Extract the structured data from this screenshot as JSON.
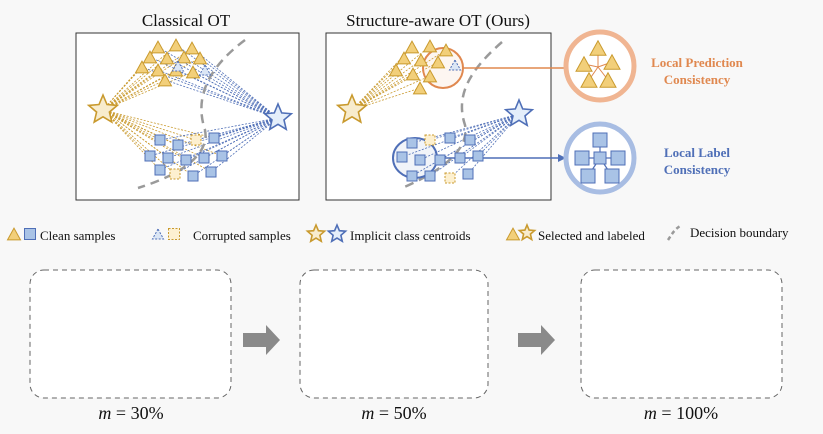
{
  "titles": {
    "classical": "Classical OT",
    "structure_aware": "Structure-aware OT (Ours)"
  },
  "callouts": {
    "local_prediction": [
      "Local Prediction",
      "Consistency"
    ],
    "local_label": [
      "Local Label",
      "Consistency"
    ]
  },
  "legend": {
    "clean": "Clean samples",
    "corrupted": "Corrupted samples",
    "centroids": "Implicit class centroids",
    "selected": "Selected and labeled",
    "boundary": "Decision boundary"
  },
  "stages": [
    {
      "m_label": "m",
      "value": "= 30%"
    },
    {
      "m_label": "m",
      "value": "= 50%"
    },
    {
      "m_label": "m",
      "value": "= 100%"
    }
  ],
  "colors": {
    "orange_fill": "#f2cf7a",
    "orange_stroke": "#c99a2e",
    "blue_fill": "#a9c3e6",
    "blue_stroke": "#4f6fb7",
    "callout_orange": "#e0884f",
    "callout_blue": "#4f6fb7",
    "boundary": "#9a9a9a",
    "arrow": "#8a8a8a"
  },
  "icons": [
    "triangle-icon",
    "square-icon",
    "star-icon",
    "dashed-curve-icon",
    "arrow-right-icon"
  ]
}
